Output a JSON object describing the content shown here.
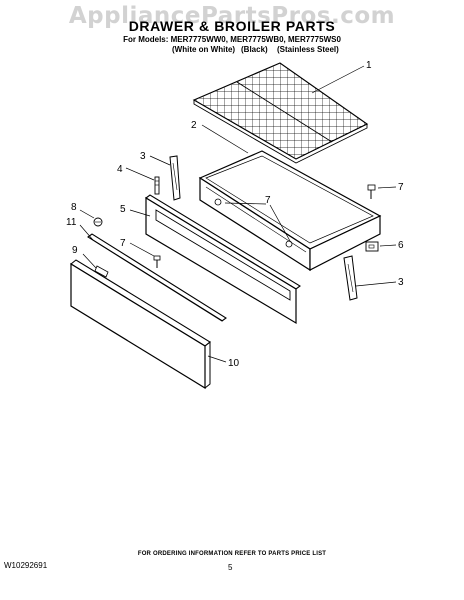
{
  "watermark": "AppliancePartsPros.com",
  "header": {
    "title": "DRAWER & BROILER PARTS",
    "models_line": "For Models: MER7775WW0, MER7775WB0, MER7775WS0",
    "variants": [
      "(White on White)",
      "(Black)",
      "(Stainless Steel)"
    ]
  },
  "callouts": [
    "1",
    "2",
    "3",
    "4",
    "5",
    "7",
    "7",
    "7",
    "8",
    "11",
    "9",
    "6",
    "3",
    "10"
  ],
  "footer": {
    "note": "FOR ORDERING INFORMATION REFER TO PARTS PRICE LIST",
    "doc_number": "W10292691",
    "page_number": "5"
  }
}
